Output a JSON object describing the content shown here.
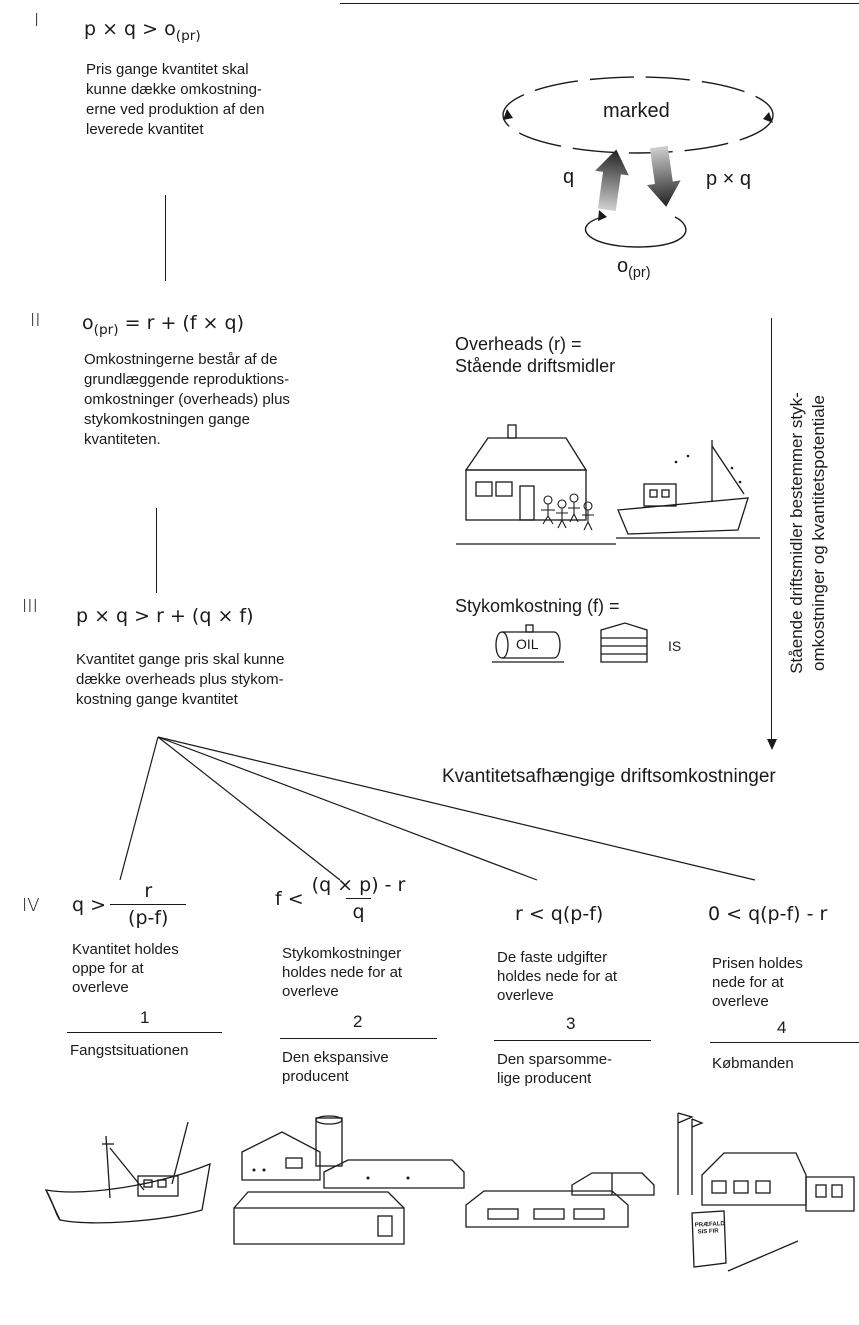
{
  "sections": {
    "I": {
      "numeral": "I",
      "formula_main": "p × q > o",
      "formula_sub": "(pr)",
      "description": [
        "Pris gange kvantitet skal",
        "kunne dække omkostning-",
        "erne ved produktion af den",
        "leverede kvantitet"
      ]
    },
    "II": {
      "numeral": "II",
      "formula_pre": "o",
      "formula_sub": "(pr)",
      "formula_post": " = r + (f × q)",
      "description": [
        "Omkostningerne består af de",
        "grundlæggende reproduktions-",
        "omkostninger (overheads) plus",
        "stykomkostningen gange",
        "kvantiteten."
      ]
    },
    "III": {
      "numeral": "III",
      "formula": "p × q > r + (q × f)",
      "description": [
        "Kvantitet gange pris skal kunne",
        "dække overheads plus stykom-",
        "kostning gange kvantitet"
      ]
    },
    "IV": {
      "numeral": "IV"
    }
  },
  "market_cycle": {
    "label": "marked",
    "q": "q",
    "pxq": "p × q",
    "o_main": "o",
    "o_sub": "(pr)"
  },
  "overheads": {
    "title_line1": "Overheads (r) =",
    "title_line2": "Stående driftsmidler"
  },
  "stykomkostning": {
    "title": "Stykomkostning (f) =",
    "oil_label": "OIL",
    "ice_label": "IS"
  },
  "side_label": {
    "line1": "Stående driftsmidler bestemmer styk-",
    "line2": "omkostninger og kvantitetspotentiale"
  },
  "bottom_caption": "Kvantitetsafhængige driftsomkostninger",
  "strategies": [
    {
      "formula_left": "q >",
      "frac_num": "r",
      "frac_den": "(p-f)",
      "description": [
        "Kvantitet holdes",
        "oppe for at",
        "overleve"
      ],
      "number": "1",
      "name": [
        "Fangstsituationen"
      ]
    },
    {
      "formula_left": "f <",
      "frac_num": "(q × p) - r",
      "frac_den": "q",
      "description": [
        "Stykomkostninger",
        "holdes nede for at",
        "overleve"
      ],
      "number": "2",
      "name": [
        "Den ekspansive",
        "producent"
      ]
    },
    {
      "formula": "r < q(p-f)",
      "description": [
        "De faste udgifter",
        "holdes nede for at",
        "overleve"
      ],
      "number": "3",
      "name": [
        "Den sparsomme-",
        "lige producent"
      ]
    },
    {
      "formula": "0 < q(p-f) - r",
      "description": [
        "Prisen holdes",
        "nede for at",
        "overleve"
      ],
      "number": "4",
      "name": [
        "Købmanden"
      ]
    }
  ],
  "shop_sign": "PRÆFALD SIS FIR"
}
